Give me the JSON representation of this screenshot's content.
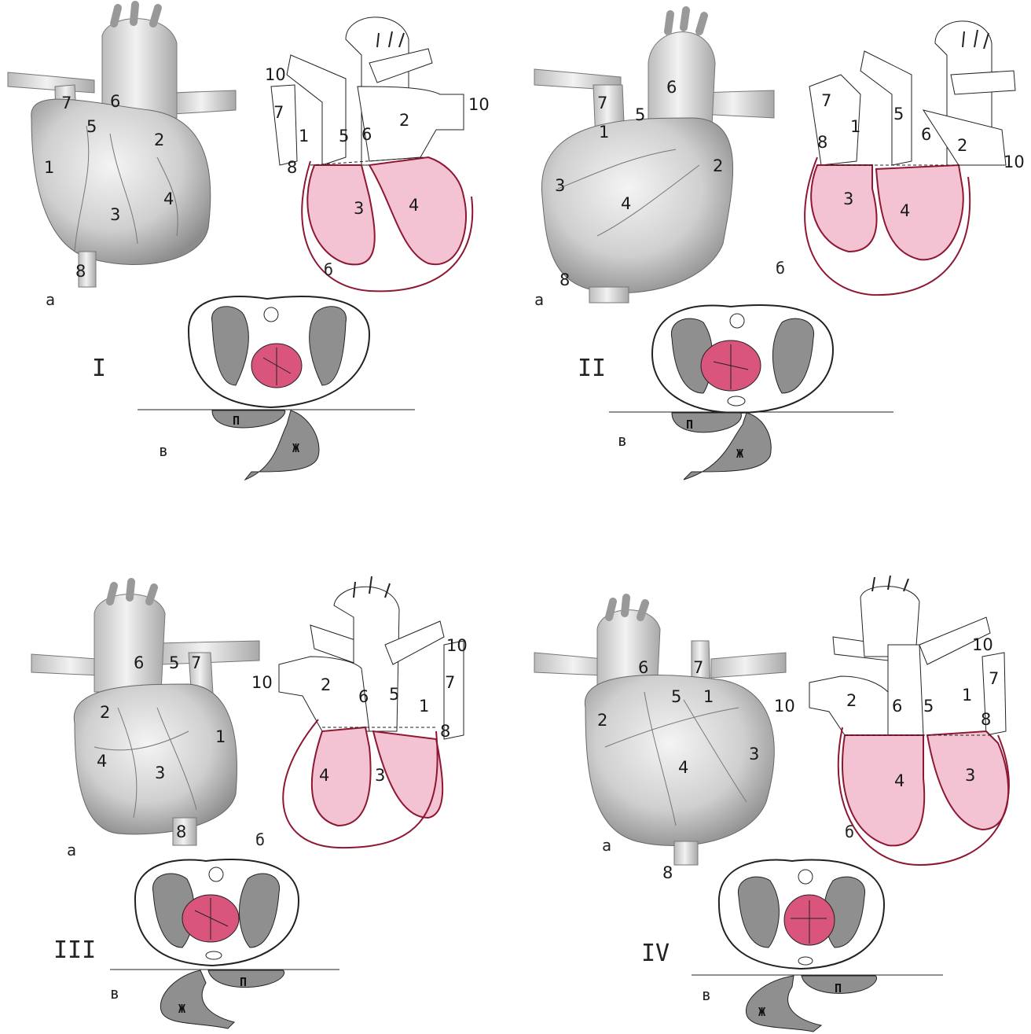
{
  "panels": [
    {
      "roman": "I",
      "a": "а",
      "b": "б",
      "v": "в",
      "organ_p": "П",
      "organ_zh": "Ж",
      "heart_a_labels": [
        "7",
        "6",
        "5",
        "1",
        "2",
        "3",
        "4",
        "8"
      ],
      "schema_b_labels": [
        "10",
        "7",
        "1",
        "8",
        "5",
        "6",
        "2",
        "10",
        "3",
        "4"
      ]
    },
    {
      "roman": "II",
      "a": "а",
      "b": "б",
      "v": "в",
      "organ_p": "П",
      "organ_zh": "Ж",
      "heart_a_labels": [
        "7",
        "1",
        "5",
        "6",
        "2",
        "3",
        "4",
        "8"
      ],
      "schema_b_labels": [
        "7",
        "1",
        "8",
        "5",
        "6",
        "2",
        "10",
        "3",
        "4"
      ]
    },
    {
      "roman": "III",
      "a": "а",
      "b": "б",
      "v": "в",
      "organ_p": "П",
      "organ_zh": "Ж",
      "heart_a_labels": [
        "6",
        "5",
        "7",
        "2",
        "1",
        "4",
        "3",
        "8"
      ],
      "schema_b_labels": [
        "10",
        "2",
        "6",
        "5",
        "10",
        "7",
        "1",
        "8",
        "4",
        "3"
      ]
    },
    {
      "roman": "IV",
      "a": "а",
      "b": "б",
      "v": "в",
      "organ_p": "П",
      "organ_zh": "Ж",
      "heart_a_labels": [
        "6",
        "7",
        "5",
        "1",
        "2",
        "3",
        "4",
        "8"
      ],
      "schema_b_labels": [
        "10",
        "2",
        "6",
        "5",
        "10",
        "7",
        "1",
        "8",
        "4",
        "3"
      ]
    }
  ],
  "colors": {
    "myocardium": "#f3c2d3",
    "myocardium_stroke": "#8e1732",
    "heart_cut": "#d9557c",
    "organ_gray": "#8f8f8f",
    "heart_shade": "#c9c9c9"
  }
}
